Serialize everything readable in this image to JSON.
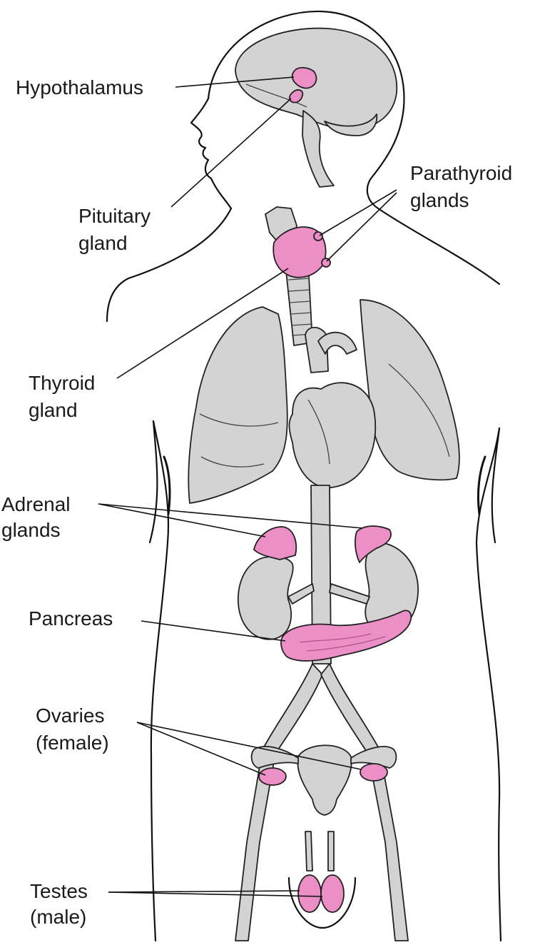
{
  "colors": {
    "organ_fill": "#d3d3d3",
    "gland_fill": "#eb8fc6",
    "outline": "#111111",
    "background": "#ffffff"
  },
  "labels": {
    "hypothalamus": "Hypothalamus",
    "pituitary": [
      "Pituitary",
      "gland"
    ],
    "parathyroid": [
      "Parathyroid",
      "glands"
    ],
    "thyroid": [
      "Thyroid",
      "gland"
    ],
    "adrenal": [
      "Adrenal",
      "glands"
    ],
    "pancreas": "Pancreas",
    "ovaries": [
      "Ovaries",
      "(female)"
    ],
    "testes": [
      "Testes",
      "(male)"
    ]
  }
}
